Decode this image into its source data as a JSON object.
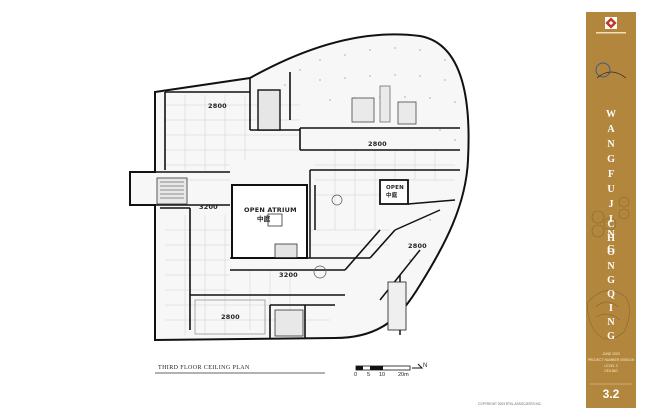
{
  "plan": {
    "title": "THIRD FLOOR CEILING PLAN",
    "labels": {
      "h2800_top": "2800",
      "h2800_mid": "2800",
      "h3200_left": "3200",
      "h3200_center": "3200",
      "h2800_right": "2800",
      "h2800_bottom": "2800",
      "atrium_en": "OPEN ATRIUM",
      "atrium_cn": "中庭",
      "open_en": "OPEN",
      "open_cn": "中庭"
    },
    "scale_labels": [
      "0",
      "5",
      "10",
      "20m"
    ],
    "north": "N",
    "footer": "COPYRIGHT 2003 RTKL ASSOCIATES INC."
  },
  "titleblock": {
    "project_letters_1": [
      "W",
      "A",
      "N",
      "G",
      "F",
      "U",
      "J",
      "I",
      "N",
      "G"
    ],
    "project_letters_2": [
      "C",
      "H",
      "O",
      "N",
      "G",
      "Q",
      "I",
      "N",
      "G"
    ],
    "date": "JUNE 2003",
    "sheet_info": [
      "PROJECT NUMBER 00000.00",
      "LEVEL 3",
      "CEILING"
    ],
    "sheet_number": "3.2",
    "colors": {
      "band": "#b2873d",
      "logo_red": "#c0392b"
    }
  }
}
